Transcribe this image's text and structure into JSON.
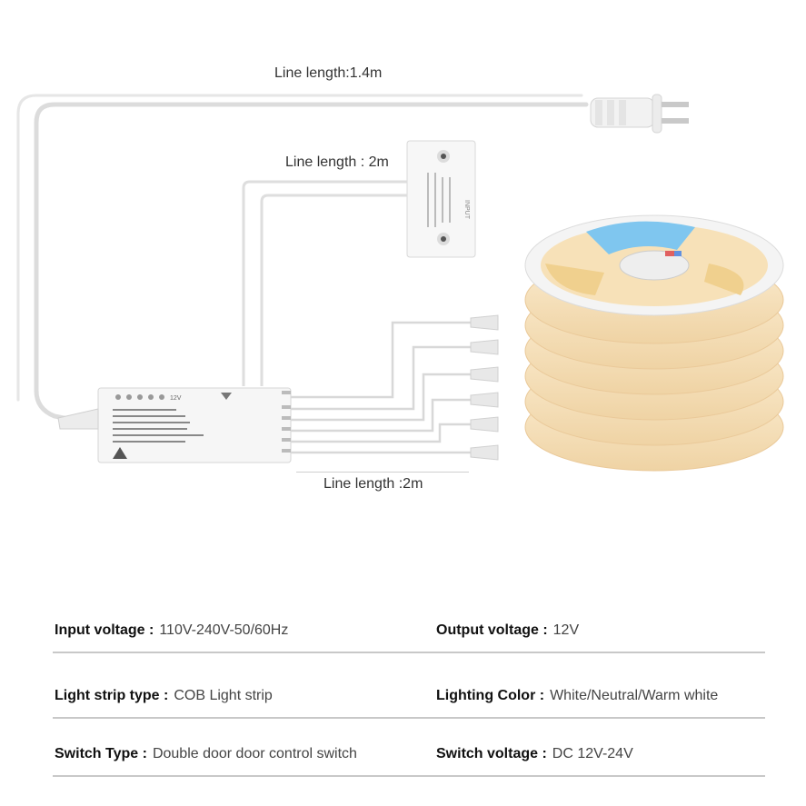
{
  "diagram": {
    "line_labels": {
      "power_cord": "Line length:1.4m",
      "sensor_cable": "Line length : 2m",
      "output_cables": "Line length :2m"
    },
    "controller_label": "12V",
    "sensor_label": "INPUT"
  },
  "specs": [
    {
      "left": {
        "key": "Input voltage :",
        "value": "110V-240V-50/60Hz"
      },
      "right": {
        "key": "Output voltage :",
        "value": "12V"
      }
    },
    {
      "left": {
        "key": "Light strip type :",
        "value": "COB Light strip"
      },
      "right": {
        "key": "Lighting Color :",
        "value": "White/Neutral/Warm white"
      }
    },
    {
      "left": {
        "key": "Switch Type :",
        "value": "Double door door control switch"
      },
      "right": {
        "key": "Switch  voltage :",
        "value": "DC 12V-24V"
      }
    }
  ],
  "colors": {
    "strip_warm": "#f3dcb4",
    "strip_blue": "#7fc6ef",
    "divider": "#c8c8c8"
  }
}
